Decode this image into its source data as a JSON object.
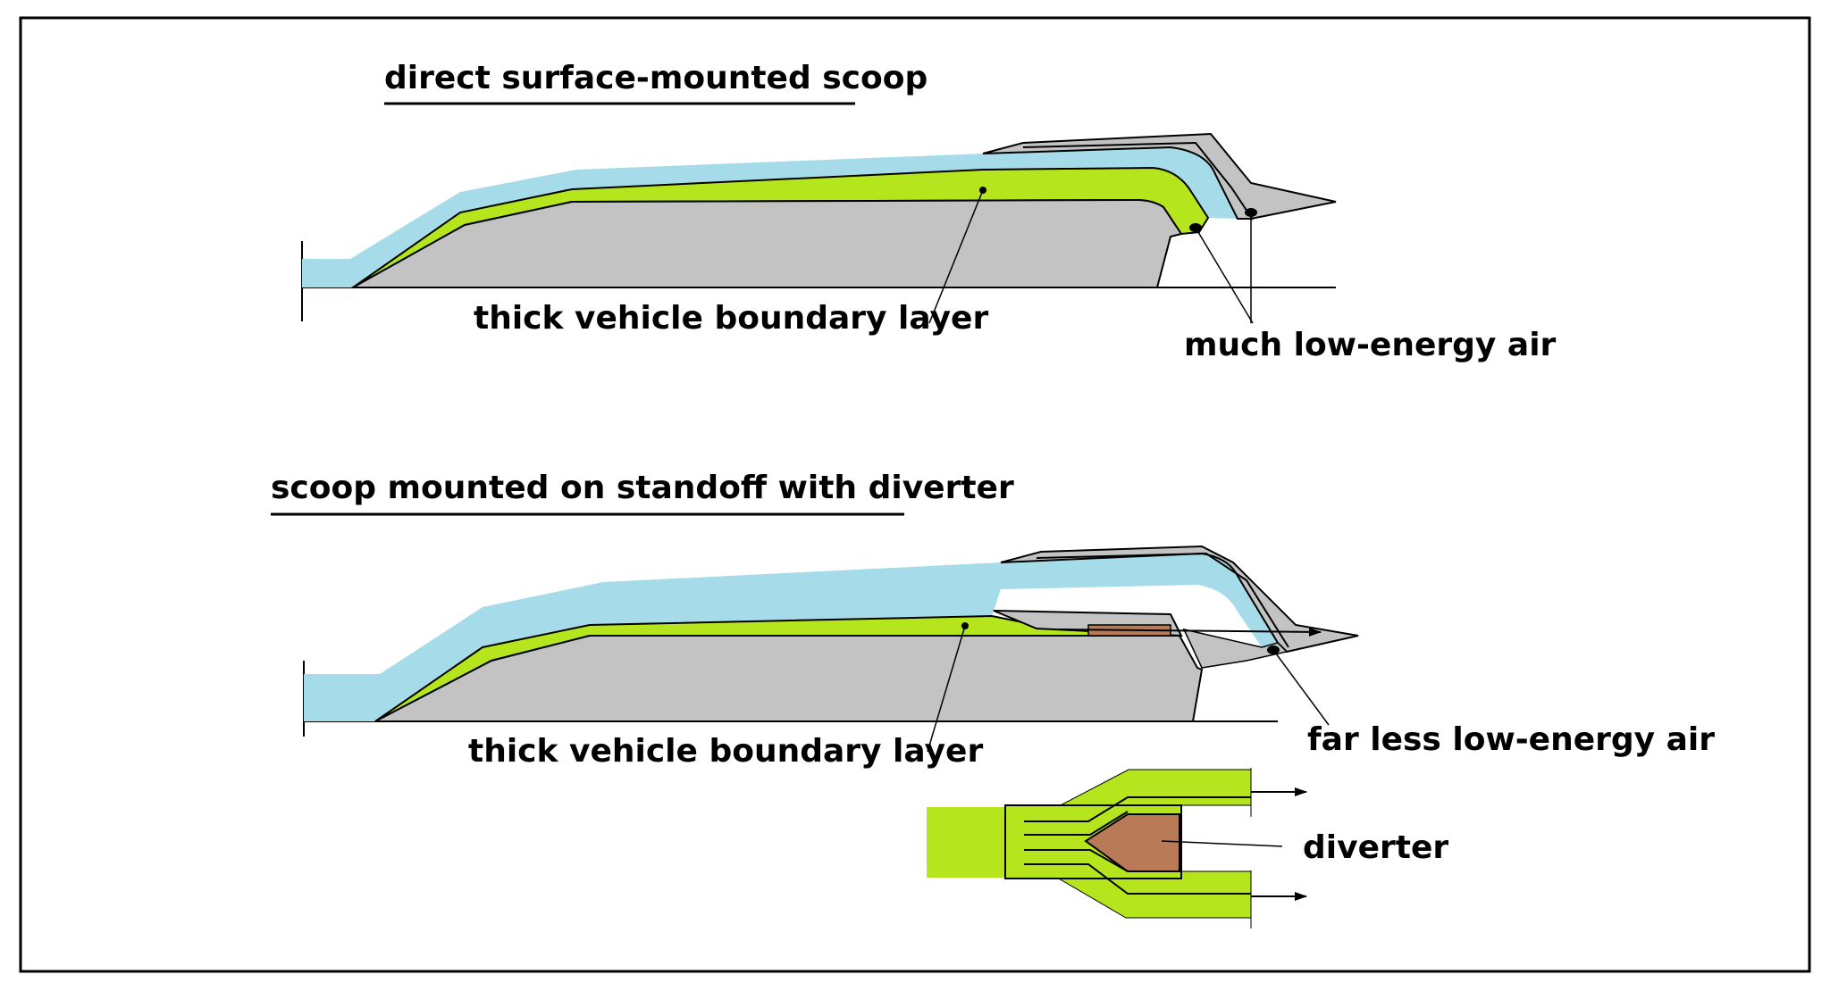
{
  "colors": {
    "air_flow": "#a6dcea",
    "boundary_layer": "#b5e61d",
    "vehicle_body": "#c3c3c3",
    "diverter": "#b97a57",
    "outline": "#000000"
  },
  "top_panel": {
    "title": "direct surface-mounted scoop",
    "label_boundary_layer": "thick vehicle boundary layer",
    "label_low_energy": "much low-energy air"
  },
  "bottom_panel": {
    "title": "scoop mounted on standoff with diverter",
    "label_boundary_layer": "thick vehicle boundary layer",
    "label_low_energy": "far less low-energy air"
  },
  "plan_view": {
    "label_diverter": "diverter"
  }
}
